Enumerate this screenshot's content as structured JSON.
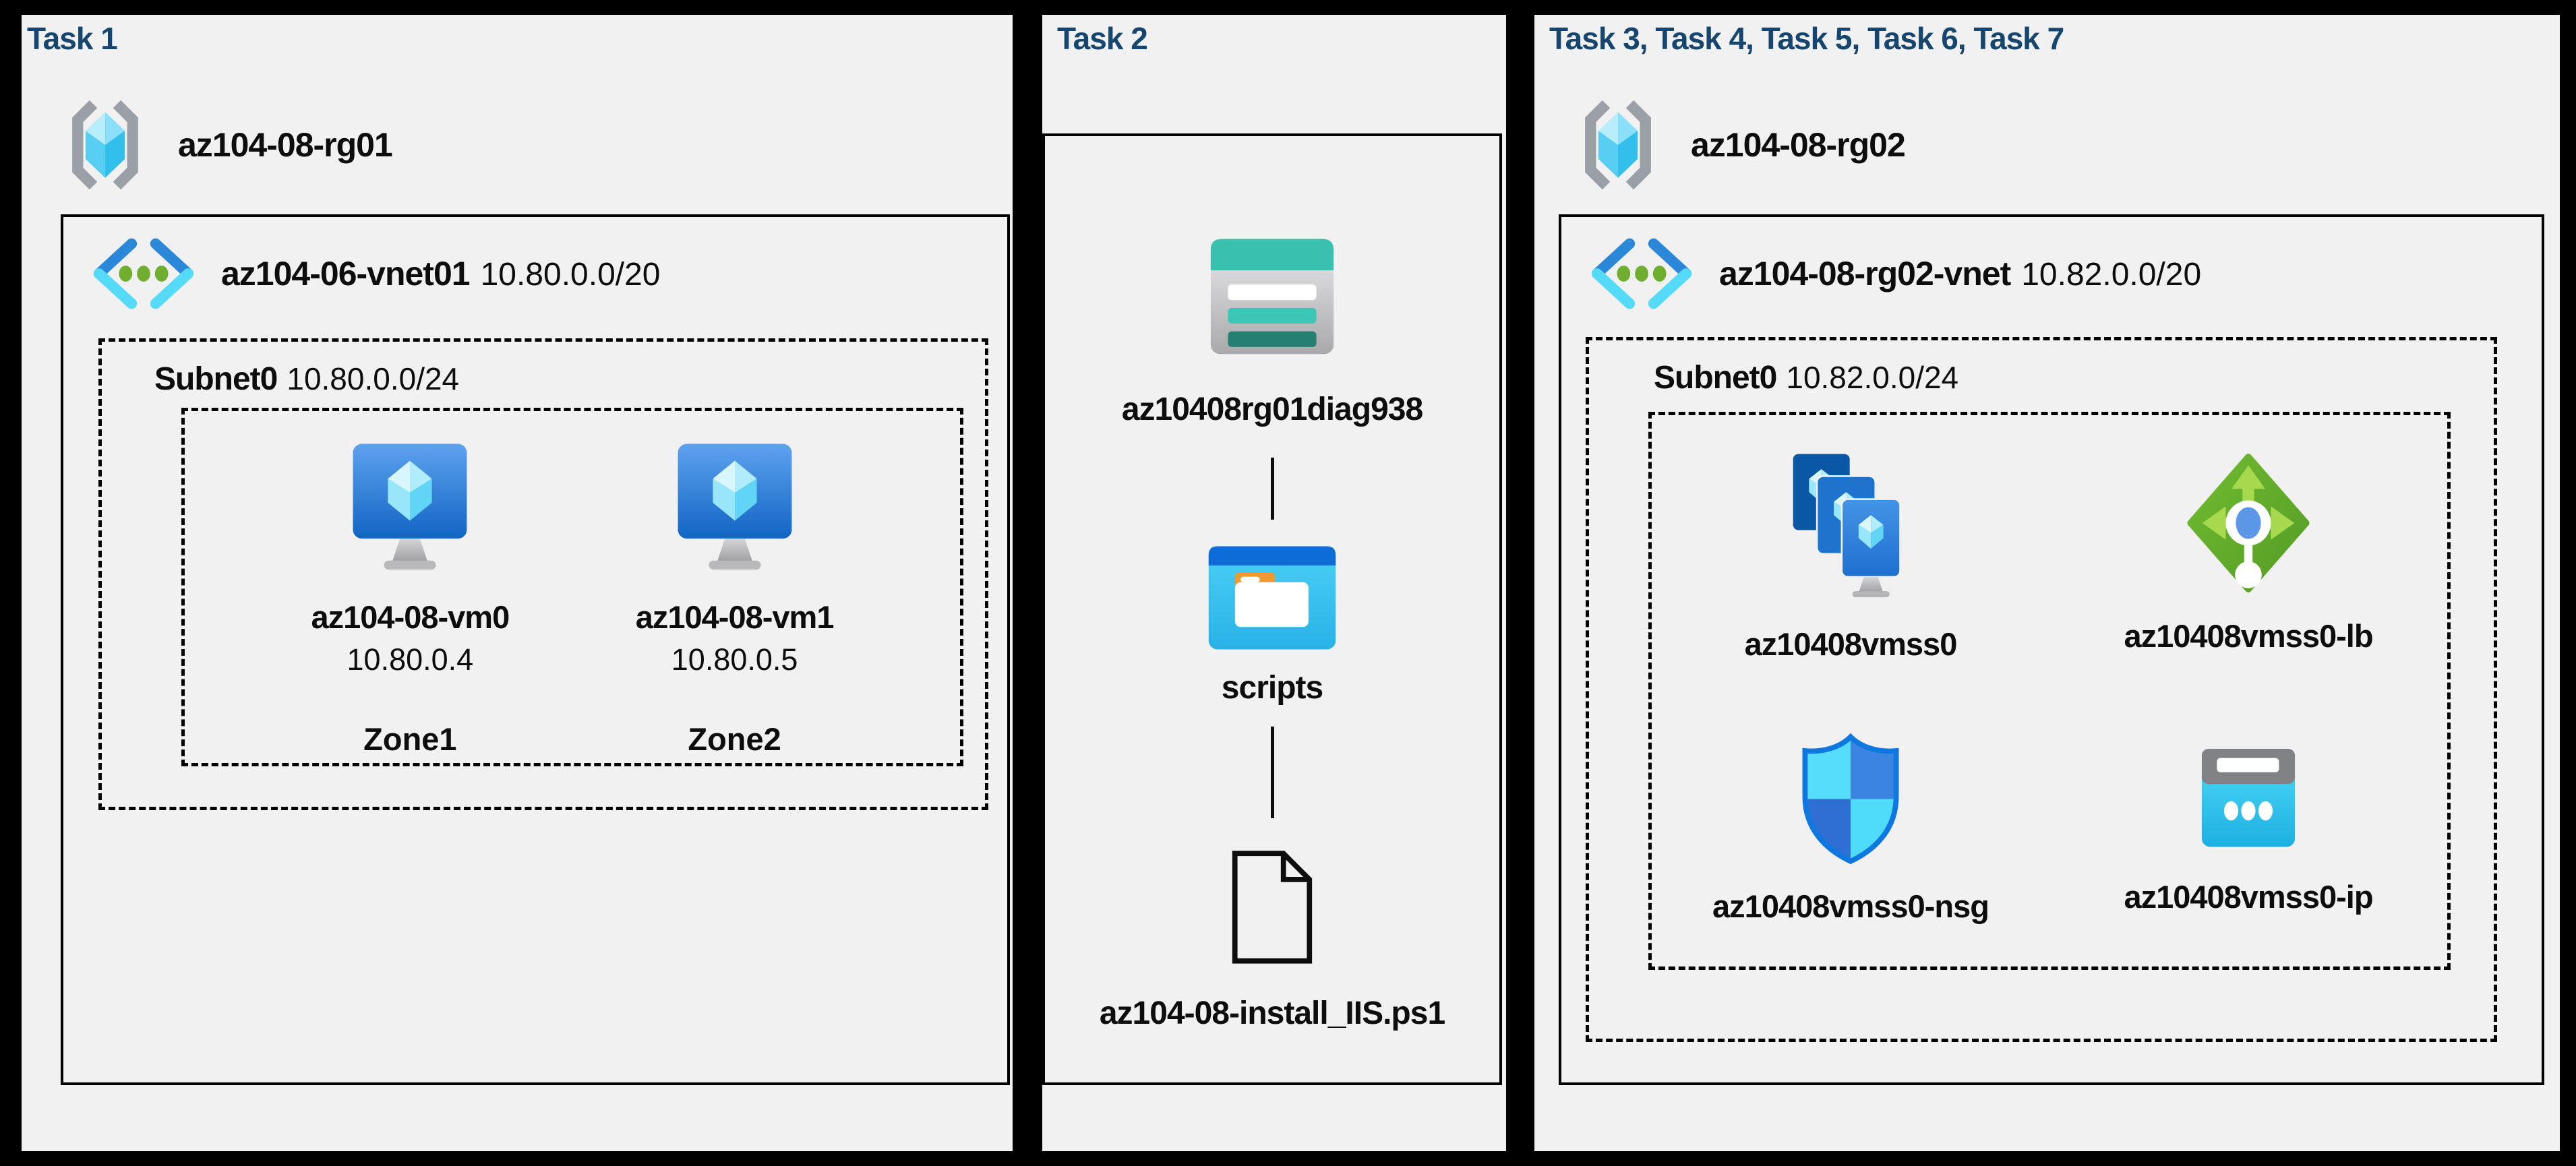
{
  "colors": {
    "canvas_bg": "#000000",
    "panel_bg": "#f1f1f2",
    "title_navy": "#16466e",
    "text": "#0d0d0d",
    "vnet_icon_blue": "#2b87d8",
    "vnet_icon_cyan": "#55daf8",
    "vnet_icon_green": "#6fae2e",
    "storage_teal": "#3ac0af",
    "folder_blue": "#0e6cd8",
    "lb_green": "#63ad2b",
    "nsg_blue": "#0f77e0",
    "ip_cyan": "#2fc9f0"
  },
  "panels": [
    {
      "title": "Task 1",
      "resource_group": {
        "name": "az104-08-rg01"
      },
      "vnet": {
        "name": "az104-06-vnet01",
        "cidr": "10.80.0.0/20",
        "subnet": {
          "name": "Subnet0",
          "cidr": "10.80.0.0/24",
          "vms": [
            {
              "name": "az104-08-vm0",
              "ip": "10.80.0.4",
              "zone": "Zone1"
            },
            {
              "name": "az104-08-vm1",
              "ip": "10.80.0.5",
              "zone": "Zone2"
            }
          ]
        }
      }
    },
    {
      "title": "Task 2",
      "storage_account": {
        "name": "az10408rg01diag938"
      },
      "container": {
        "name": "scripts"
      },
      "file": {
        "name": "az104-08-install_IIS.ps1"
      }
    },
    {
      "title": "Task 3, Task 4, Task 5, Task 6, Task 7",
      "resource_group": {
        "name": "az104-08-rg02"
      },
      "vnet": {
        "name": "az104-08-rg02-vnet",
        "cidr": "10.82.0.0/20",
        "subnet": {
          "name": "Subnet0",
          "cidr": "10.82.0.0/24",
          "resources": [
            {
              "name": "az10408vmss0"
            },
            {
              "name": "az10408vmss0-lb"
            },
            {
              "name": "az10408vmss0-nsg"
            },
            {
              "name": "az10408vmss0-ip"
            }
          ]
        }
      }
    }
  ]
}
